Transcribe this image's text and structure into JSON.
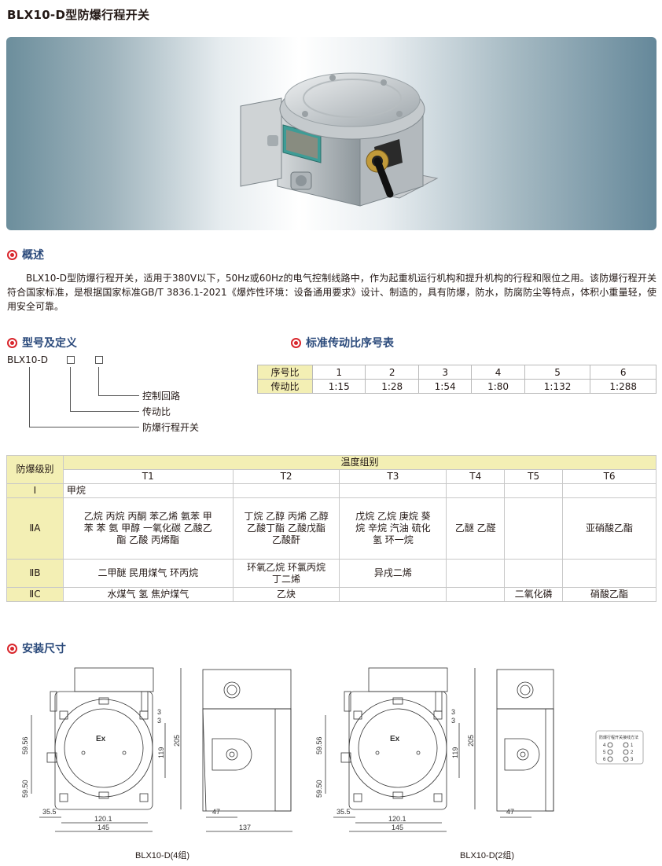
{
  "title": "BLX10-D型防爆行程开关",
  "sections": {
    "overview": "概述",
    "model": "型号及定义",
    "ratio": "标准传动比序号表",
    "install": "安装尺寸"
  },
  "overview_text": "BLX10-D型防爆行程开关，适用于380V以下，50Hz或60Hz的电气控制线路中，作为起重机运行机构和提升机构的行程和限位之用。该防爆行程开关符合国家标准，是根据国家标准GB/T 3836.1-2021《爆炸性环境：设备通用要求》设计、制造的，具有防爆，防水，防腐防尘等特点，体积小重量轻，使用安全可靠。",
  "model_def": {
    "code": "BLX10-D",
    "items": [
      "控制回路",
      "传动比",
      "防爆行程开关"
    ]
  },
  "ratio_table": {
    "row1_label": "序号比",
    "row2_label": "传动比",
    "numbers": [
      "1",
      "2",
      "3",
      "4",
      "5",
      "6"
    ],
    "ratios": [
      "1:15",
      "1:28",
      "1:54",
      "1:80",
      "1:132",
      "1:288"
    ]
  },
  "temp_table": {
    "col0": "防爆级别",
    "group": "温度组别",
    "cols": [
      "T1",
      "T2",
      "T3",
      "T4",
      "T5",
      "T6"
    ],
    "rows": [
      {
        "level": "Ⅰ",
        "cells": [
          "甲烷",
          "",
          "",
          "",
          "",
          ""
        ]
      },
      {
        "level": "ⅡA",
        "cells": [
          "乙烷 丙烷 丙酮 苯乙烯 氨苯 甲苯 苯 氨 甲醇 一氧化碳 乙酸乙酯 乙酸 丙烯酯",
          "丁烷 乙醇 丙烯 乙醇 乙酸丁酯 乙酸戊酯 乙酸酐",
          "戊烷 乙烷 庚烷 葵烷 辛烷 汽油 硫化氢 环一烷",
          "乙醚 乙醛",
          "",
          "亚硝酸乙酯"
        ]
      },
      {
        "level": "ⅡB",
        "cells": [
          "二甲醚 民用煤气 环丙烷",
          "环氧乙烷 环氯丙烷 丁二烯",
          "异戌二烯",
          "",
          "",
          ""
        ]
      },
      {
        "level": "ⅡC",
        "cells": [
          "水煤气 氢 焦炉煤气",
          "乙炔",
          "",
          "",
          "二氧化磷",
          "硝酸乙酯"
        ]
      }
    ]
  },
  "drawing": {
    "badge": "Ex",
    "dims": {
      "d5956": "59.56",
      "d5950": "59.50",
      "d355": "35.5",
      "d1201": "120.1",
      "d145": "145",
      "d205": "205",
      "d119": "119",
      "d3": "3",
      "d47": "47",
      "d137": "137"
    },
    "wiring_title": "防爆行程开关接线方法",
    "terminals": [
      "4",
      "1",
      "5",
      "2",
      "6",
      "3"
    ],
    "caption_4": "BLX10-D(4组)",
    "caption_2": "BLX10-D(2组)"
  },
  "colors": {
    "accent_red": "#d9262c",
    "heading_blue": "#2b4a7b",
    "table_yellow": "#f3efb4"
  }
}
